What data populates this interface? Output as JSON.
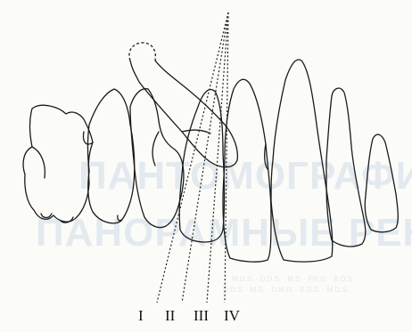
{
  "figure": {
    "projection_labels": [
      "I",
      "II",
      "III",
      "IV"
    ],
    "background_color": "#fbfbf8",
    "line_color": "#1a1a1a",
    "show_through_text_color": "#cfdde8"
  }
}
